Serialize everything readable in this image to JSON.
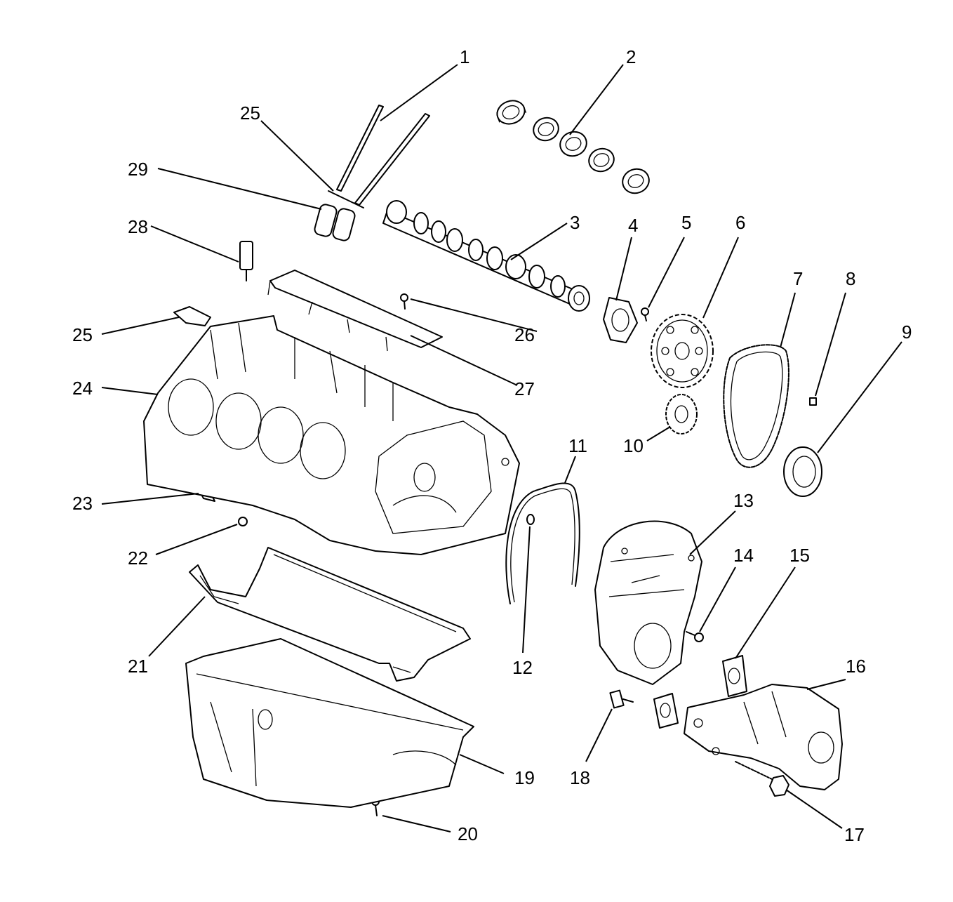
{
  "labels": [
    {
      "id": "1",
      "text": "1"
    },
    {
      "id": "2",
      "text": "2"
    },
    {
      "id": "3",
      "text": "3"
    },
    {
      "id": "4",
      "text": "4"
    },
    {
      "id": "5",
      "text": "5"
    },
    {
      "id": "6",
      "text": "6"
    },
    {
      "id": "7",
      "text": "7"
    },
    {
      "id": "8",
      "text": "8"
    },
    {
      "id": "9",
      "text": "9"
    },
    {
      "id": "10",
      "text": "10"
    },
    {
      "id": "11",
      "text": "11"
    },
    {
      "id": "12",
      "text": "12"
    },
    {
      "id": "13",
      "text": "13"
    },
    {
      "id": "14",
      "text": "14"
    },
    {
      "id": "15",
      "text": "15"
    },
    {
      "id": "16",
      "text": "16"
    },
    {
      "id": "17",
      "text": "17"
    },
    {
      "id": "18",
      "text": "18"
    },
    {
      "id": "19",
      "text": "19"
    },
    {
      "id": "20",
      "text": "20"
    },
    {
      "id": "21",
      "text": "21"
    },
    {
      "id": "22",
      "text": "22"
    },
    {
      "id": "23",
      "text": "23"
    },
    {
      "id": "24",
      "text": "24"
    },
    {
      "id": "25a",
      "text": "25"
    },
    {
      "id": "25b",
      "text": "25"
    },
    {
      "id": "26",
      "text": "26"
    },
    {
      "id": "27",
      "text": "27"
    },
    {
      "id": "28",
      "text": "28"
    },
    {
      "id": "29",
      "text": "29"
    }
  ]
}
